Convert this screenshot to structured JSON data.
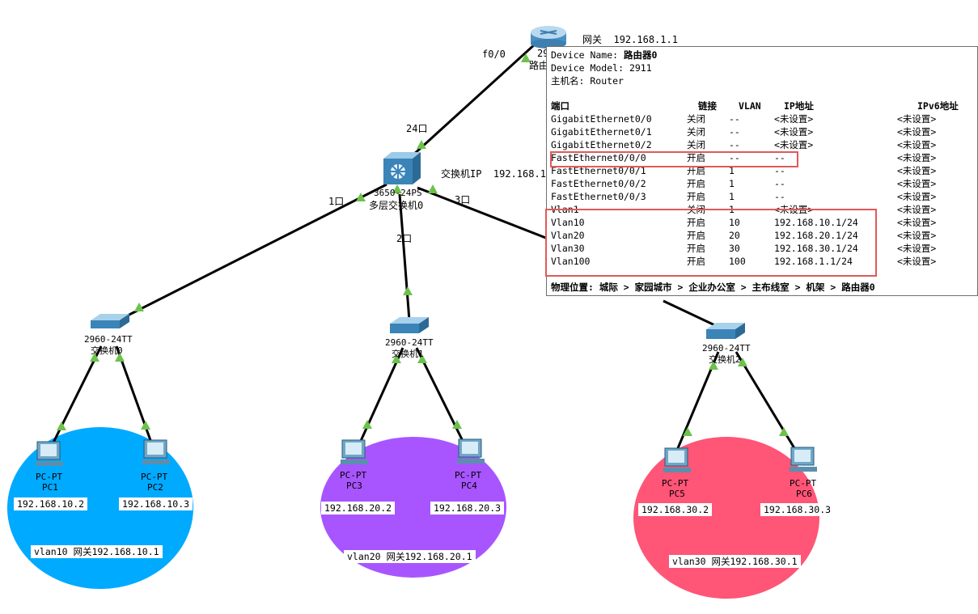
{
  "colors": {
    "vlan10_fill": "#00aaff",
    "vlan20_fill": "#a855ff",
    "vlan30_fill": "#ff5577",
    "link_up": "#6cc24a",
    "highlight": "#e05a5a"
  },
  "router": {
    "gateway_label": "网关",
    "gateway_ip": "192.168.1.1",
    "model_partial": "29",
    "name_partial": "路由",
    "port_label": "f0/0",
    "icon": "router-icon"
  },
  "core_switch": {
    "model": "3650-24PS",
    "name": "多层交换机0",
    "ip_label": "交换机IP",
    "ip_partial": "192.168.1",
    "port_up": "24口",
    "port_1": "1口",
    "port_2": "2口",
    "port_3": "3口",
    "icon": "multilayer-switch-icon"
  },
  "switches": [
    {
      "model": "2960-24TT",
      "name": "交换机0"
    },
    {
      "model": "2960-24TT",
      "name": "交换机1"
    },
    {
      "model": "2960-24TT",
      "name": "交换机2"
    }
  ],
  "pcs": [
    {
      "type": "PC-PT",
      "name": "PC1",
      "ip": "192.168.10.2"
    },
    {
      "type": "PC-PT",
      "name": "PC2",
      "ip": "192.168.10.3"
    },
    {
      "type": "PC-PT",
      "name": "PC3",
      "ip": "192.168.20.2"
    },
    {
      "type": "PC-PT",
      "name": "PC4",
      "ip": "192.168.20.3"
    },
    {
      "type": "PC-PT",
      "name": "PC5",
      "ip": "192.168.30.2"
    },
    {
      "type": "PC-PT",
      "name": "PC6",
      "ip": "192.168.30.3"
    }
  ],
  "vlans": [
    {
      "label": "vlan10  网关192.168.10.1"
    },
    {
      "label": "vlan20  网关192.168.20.1"
    },
    {
      "label": "vlan30  网关192.168.30.1"
    }
  ],
  "popup": {
    "device_name_label": "Device Name:",
    "device_name": "路由器0",
    "device_model_label": "Device Model:",
    "device_model": "2911",
    "hostname_label": "主机名:",
    "hostname": "Router",
    "headers": [
      "端口",
      "链接",
      "VLAN",
      "IP地址",
      "IPv6地址"
    ],
    "rows": [
      [
        "GigabitEthernet0/0",
        "关闭",
        "--",
        "<未设置>",
        "<未设置>"
      ],
      [
        "GigabitEthernet0/1",
        "关闭",
        "--",
        "<未设置>",
        "<未设置>"
      ],
      [
        "GigabitEthernet0/2",
        "关闭",
        "--",
        "<未设置>",
        "<未设置>"
      ],
      [
        "FastEthernet0/0/0",
        "开启",
        "--",
        "--",
        "<未设置>"
      ],
      [
        "FastEthernet0/0/1",
        "开启",
        "1",
        "--",
        "<未设置>"
      ],
      [
        "FastEthernet0/0/2",
        "开启",
        "1",
        "--",
        "<未设置>"
      ],
      [
        "FastEthernet0/0/3",
        "开启",
        "1",
        "--",
        "<未设置>"
      ],
      [
        "Vlan1",
        "关闭",
        "1",
        "<未设置>",
        "<未设置>"
      ],
      [
        "Vlan10",
        "开启",
        "10",
        "192.168.10.1/24",
        "<未设置>"
      ],
      [
        "Vlan20",
        "开启",
        "20",
        "192.168.20.1/24",
        "<未设置>"
      ],
      [
        "Vlan30",
        "开启",
        "30",
        "192.168.30.1/24",
        "<未设置>"
      ],
      [
        "Vlan100",
        "开启",
        "100",
        "192.168.1.1/24",
        "<未设置>"
      ]
    ],
    "location": "物理位置: 城际 > 家园城市 > 企业办公室 > 主布线室 > 机架 > 路由器0"
  }
}
